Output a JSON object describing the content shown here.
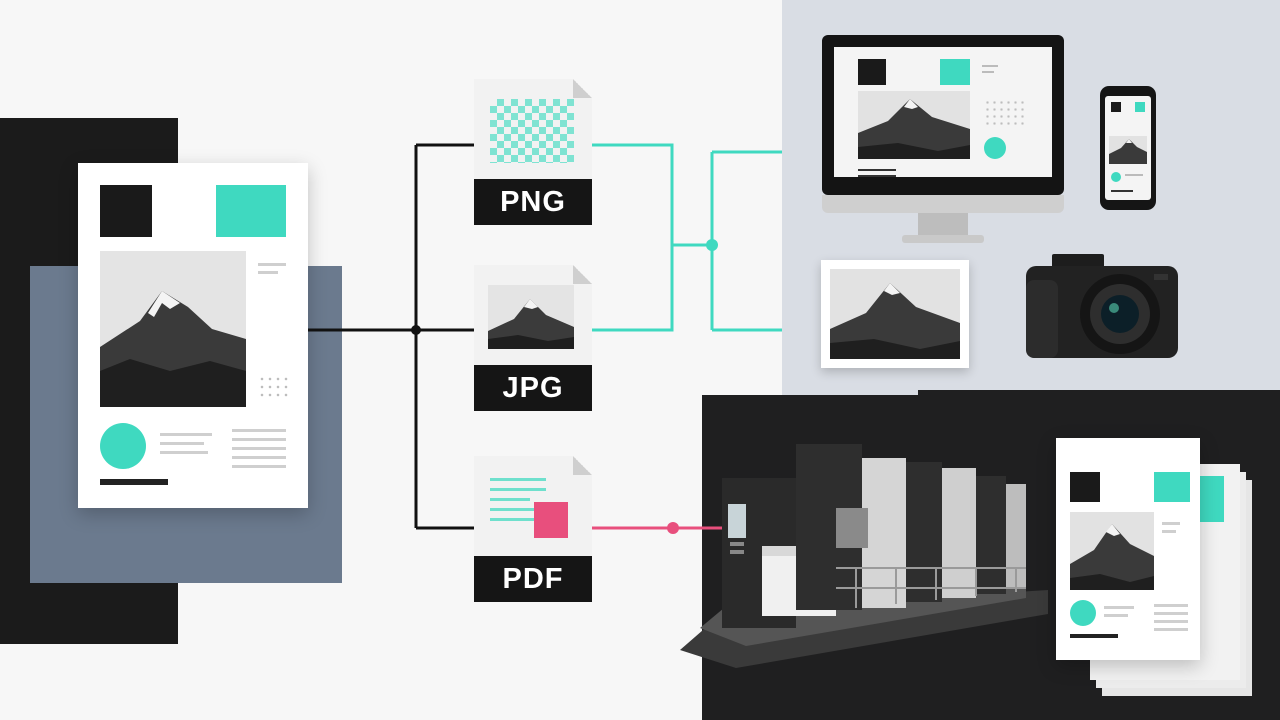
{
  "formats": [
    {
      "label": "PNG"
    },
    {
      "label": "JPG"
    },
    {
      "label": "PDF"
    }
  ],
  "colors": {
    "accent_teal": "#3fd9c0",
    "accent_pink": "#e84f7d",
    "ink": "#151515",
    "panel_grey": "#d9dde4",
    "panel_dark": "#1f1f20"
  },
  "icons": [
    "mountain-photo",
    "checkerboard-transparency",
    "desktop-monitor",
    "smartphone",
    "camera",
    "printing-press",
    "paper-stack"
  ]
}
